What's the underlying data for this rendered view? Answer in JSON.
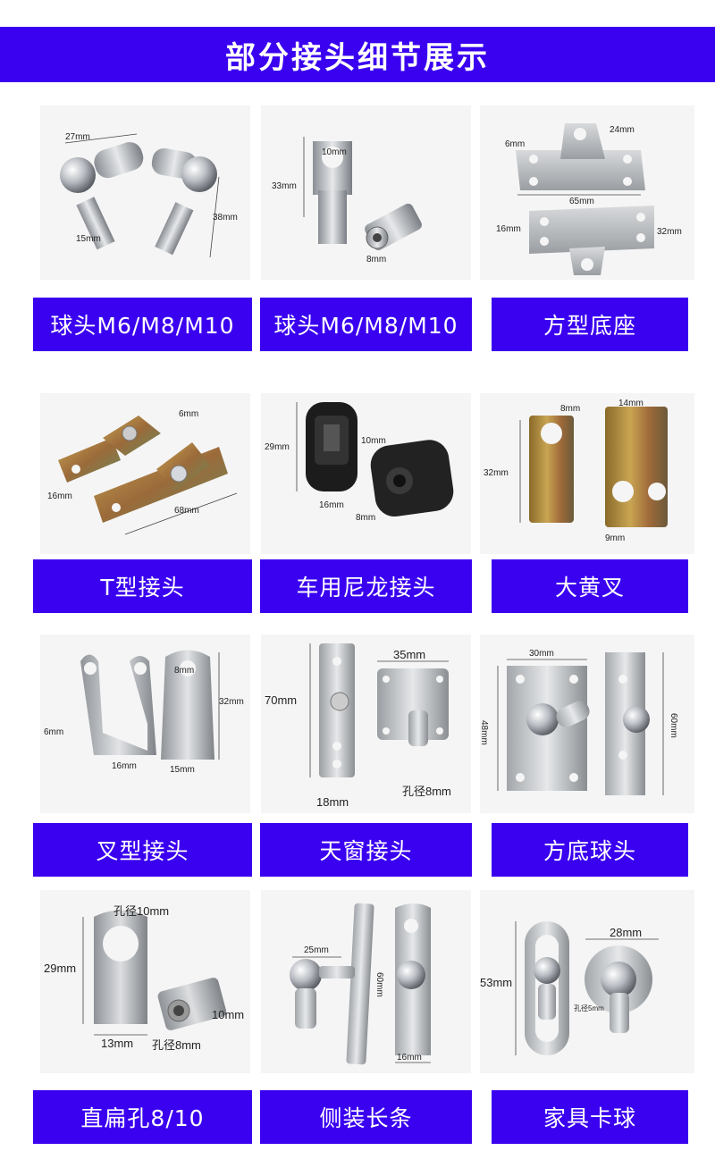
{
  "header": {
    "title": "部分接头细节展示"
  },
  "colors": {
    "accent": "#3a00f0",
    "photo_bg": "#f5f5f5"
  },
  "products": [
    {
      "label": "球头M6/M8/M10",
      "dims": [
        "27mm",
        "38mm",
        "15mm"
      ]
    },
    {
      "label": "球头M6/M8/M10",
      "dims": [
        "10mm",
        "33mm",
        "8mm"
      ]
    },
    {
      "label": "方型底座",
      "dims": [
        "6mm",
        "24mm",
        "65mm",
        "16mm",
        "32mm"
      ]
    },
    {
      "label": "T型接头",
      "dims": [
        "6mm",
        "16mm",
        "68mm"
      ]
    },
    {
      "label": "车用尼龙接头",
      "dims": [
        "29mm",
        "10mm",
        "16mm",
        "8mm"
      ]
    },
    {
      "label": "大黄叉",
      "dims": [
        "8mm",
        "14mm",
        "32mm",
        "9mm"
      ]
    },
    {
      "label": "叉型接头",
      "dims": [
        "8mm",
        "32mm",
        "6mm",
        "16mm",
        "15mm"
      ]
    },
    {
      "label": "天窗接头",
      "dims": [
        "35mm",
        "70mm",
        "18mm",
        "孔径8mm"
      ]
    },
    {
      "label": "方底球头",
      "dims": [
        "30mm",
        "48mm",
        "60mm"
      ]
    },
    {
      "label": "直扁孔8/10",
      "dims": [
        "孔径10mm",
        "29mm",
        "10mm",
        "13mm",
        "孔径8mm"
      ]
    },
    {
      "label": "侧装长条",
      "dims": [
        "25mm",
        "60mm",
        "16mm"
      ]
    },
    {
      "label": "家具卡球",
      "dims": [
        "28mm",
        "53mm",
        "孔径5mm"
      ]
    }
  ]
}
